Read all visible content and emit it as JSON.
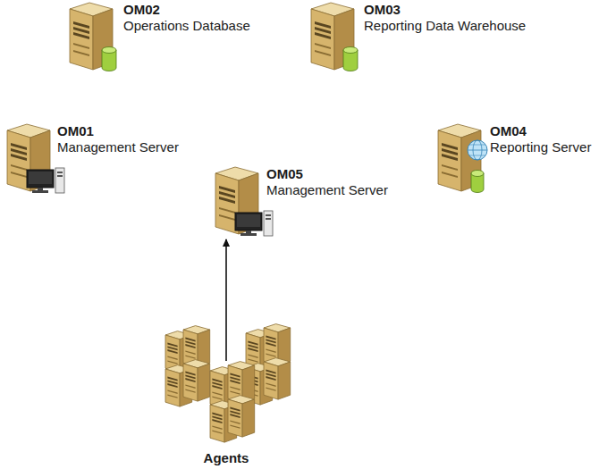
{
  "diagram": {
    "nodes": [
      {
        "text": [
          "OM02",
          "Operations Database"
        ]
      },
      {
        "text": [
          "OM03",
          "Reporting Data Warehouse"
        ]
      },
      {
        "text": [
          "OM01",
          "Management Server"
        ]
      },
      {
        "text": [
          "OM04",
          "Reporting Server"
        ]
      },
      {
        "text": [
          "OM05",
          "Management Server"
        ]
      },
      {
        "text": [
          "Agents"
        ]
      }
    ],
    "edges": [
      {
        "from": 5,
        "to": 4,
        "arrow": "to"
      }
    ]
  }
}
